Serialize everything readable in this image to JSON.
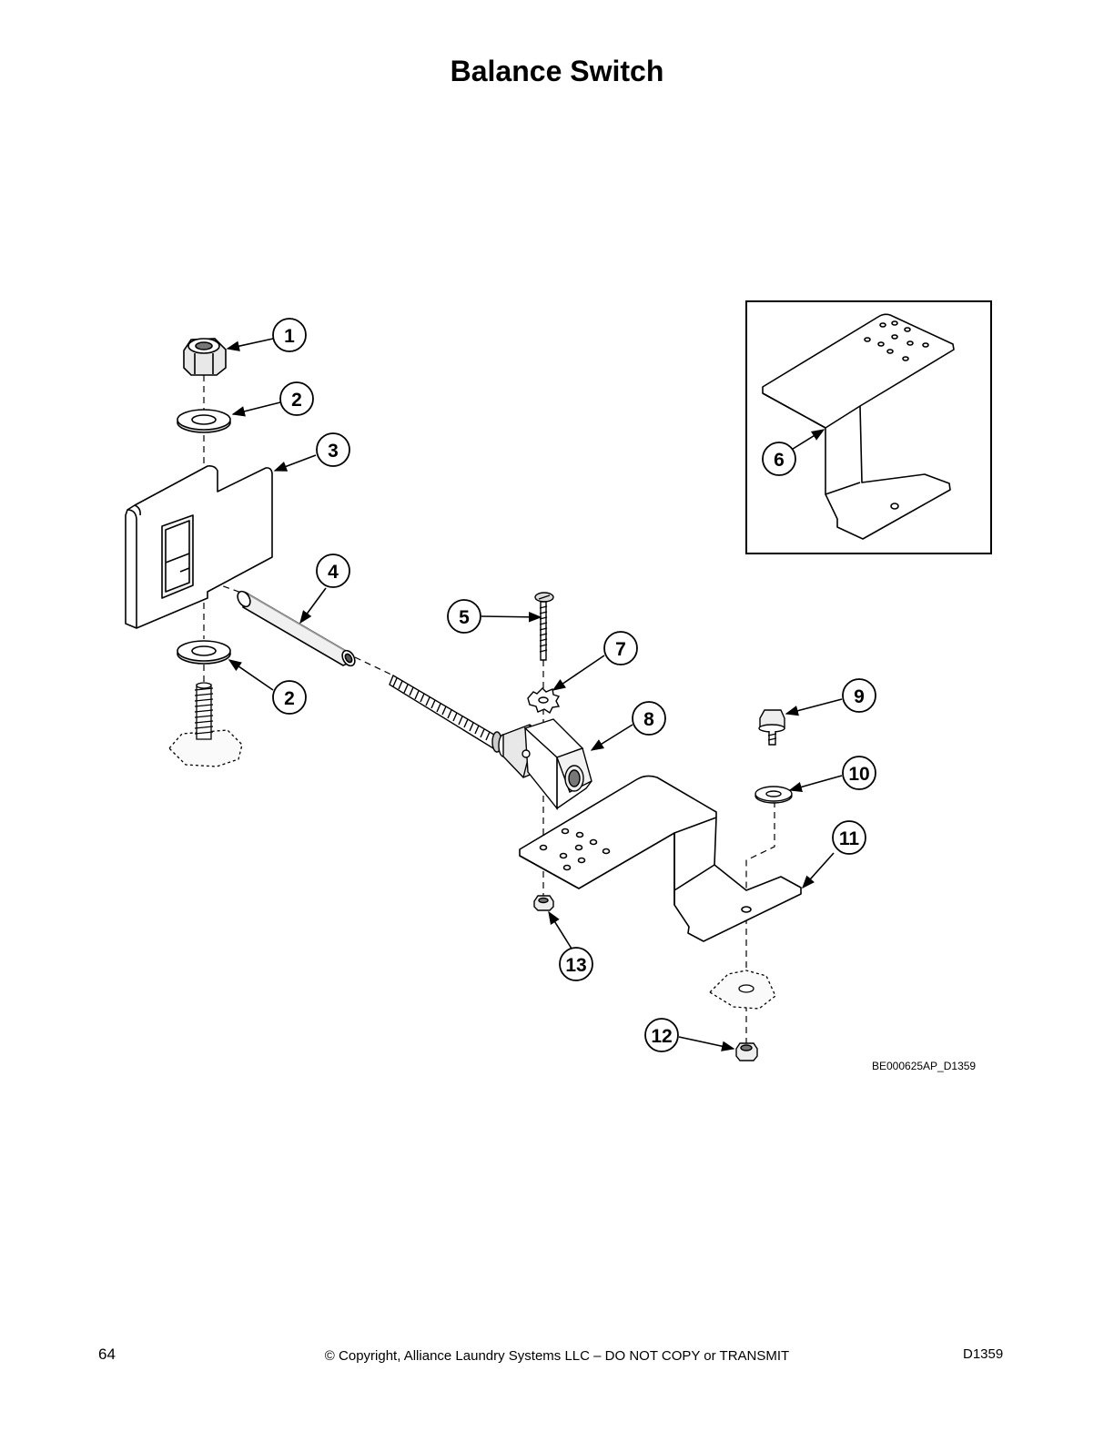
{
  "title": "Balance Switch",
  "drawing_id": "BE000625AP_D1359",
  "footer": {
    "page_number": "64",
    "copyright": "© Copyright, Alliance Laundry Systems LLC – DO NOT COPY or TRANSMIT",
    "doc_code": "D1359"
  },
  "callouts": {
    "c1": "1",
    "c2a": "2",
    "c2b": "2",
    "c3": "3",
    "c4": "4",
    "c5": "5",
    "c6": "6",
    "c7": "7",
    "c8": "8",
    "c9": "9",
    "c10": "10",
    "c11": "11",
    "c12": "12",
    "c13": "13"
  }
}
